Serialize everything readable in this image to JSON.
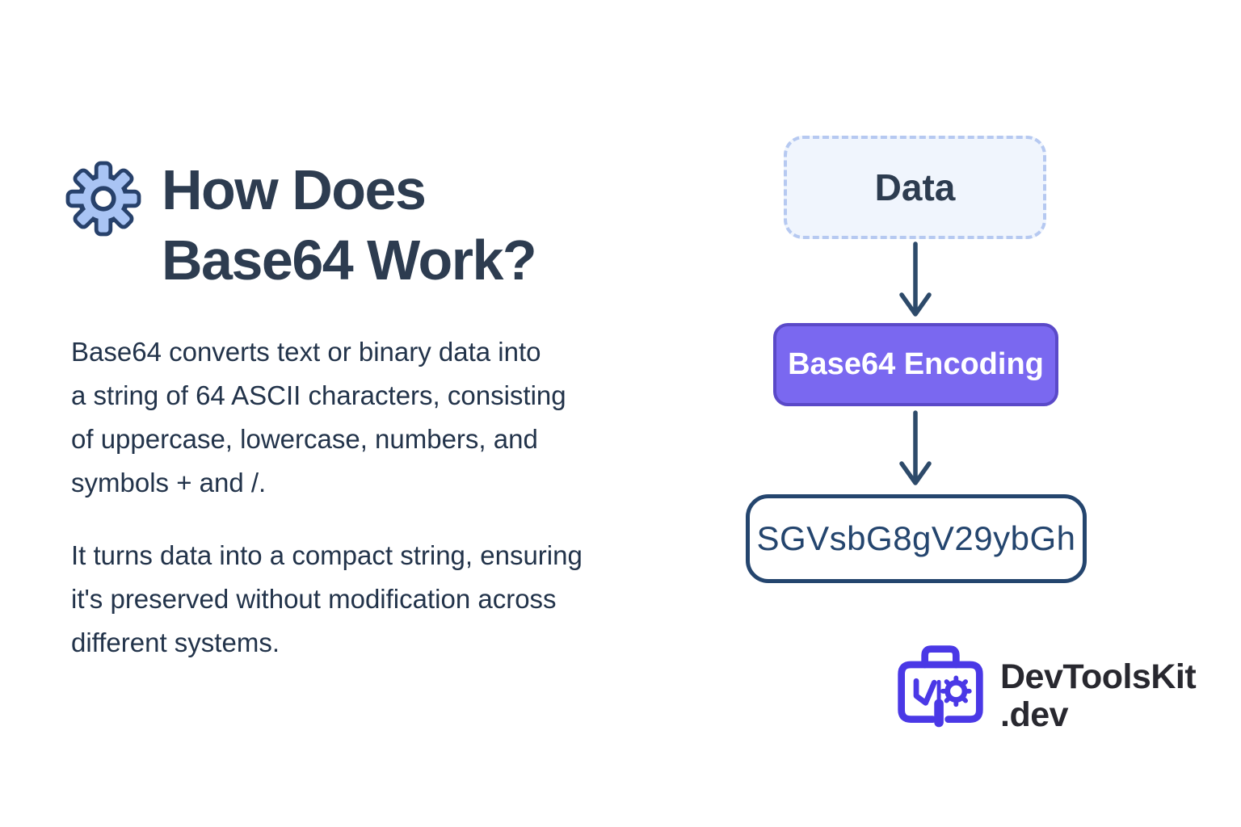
{
  "page": {
    "background": "#ffffff"
  },
  "header": {
    "icon": "gear-icon",
    "title_line1": "How Does",
    "title_line2": "Base64 Work?",
    "title_color": "#2d3c50",
    "gear_fill": "#a9c4f4",
    "gear_outline": "#27416b"
  },
  "paragraphs": [
    {
      "text": "Base64 converts text or binary data into\na string of 64 ASCII characters, consisting\nof uppercase, lowercase, numbers, and\nsymbols + and /."
    },
    {
      "text": "It turns data into a compact string, ensuring\nit's preserved without modification across\ndifferent systems."
    }
  ],
  "diagram": {
    "arrow_color": "#2d4a6a",
    "nodes": [
      {
        "id": "data",
        "label": "Data",
        "style": "dashed",
        "fill": "#f0f5fd",
        "border": "#b6c9f1",
        "text_color": "#2d3c50"
      },
      {
        "id": "encoding",
        "label": "Base64 Encoding",
        "style": "solid",
        "fill": "#7a68f0",
        "border": "#5a49c8",
        "text_color": "#ffffff"
      },
      {
        "id": "output",
        "label": "SGVsbG8gV29ybGh",
        "style": "outline",
        "fill": "#ffffff",
        "border": "#24456e",
        "text_color": "#24456e"
      }
    ]
  },
  "branding": {
    "logo_icon": "toolbox-icon",
    "logo_color": "#4a38e6",
    "name": "DevToolsKit",
    "tld": ".dev",
    "text_color": "#28282f"
  }
}
